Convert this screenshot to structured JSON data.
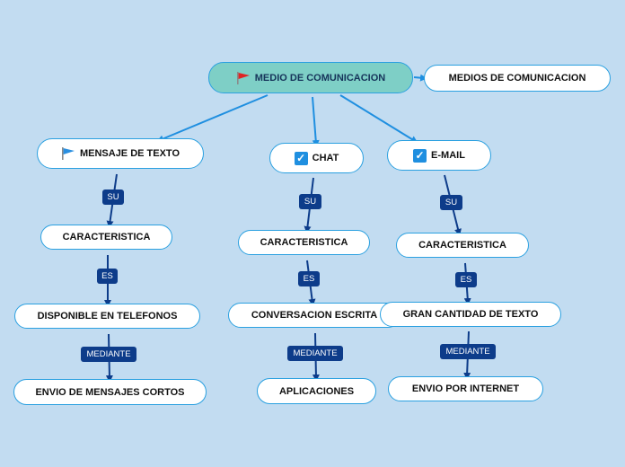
{
  "colors": {
    "background": "#c2dcf1",
    "root_fill": "#7ecfc6",
    "node_border": "#2aa0e0",
    "label_fill": "#0d3c8a",
    "line": "#1f8fe0",
    "branch_line": "#0d3c8a"
  },
  "root": {
    "label": "MEDIO DE COMUNICACION",
    "icon": "red-flag-icon"
  },
  "floating_topic": {
    "label": "MEDIOS DE COMUNICACION"
  },
  "branches": [
    {
      "title": "MENSAJE DE TEXTO",
      "icon": "blue-flag-icon",
      "link1": "SU",
      "level1": "CARACTERISTICA",
      "link2": "ES",
      "level2": "DISPONIBLE EN TELEFONOS",
      "link3": "MEDIANTE",
      "level3": "ENVIO DE MENSAJES CORTOS"
    },
    {
      "title": "CHAT",
      "icon": "checkbox-icon",
      "link1": "SU",
      "level1": "CARACTERISTICA",
      "link2": "ES",
      "level2": "CONVERSACION ESCRITA",
      "link3": "MEDIANTE",
      "level3": "APLICACIONES"
    },
    {
      "title": "E-MAIL",
      "icon": "checkbox-icon",
      "link1": "SU",
      "level1": "CARACTERISTICA",
      "link2": "ES",
      "level2": "GRAN CANTIDAD DE TEXTO",
      "link3": "MEDIANTE",
      "level3": "ENVIO POR INTERNET"
    }
  ]
}
